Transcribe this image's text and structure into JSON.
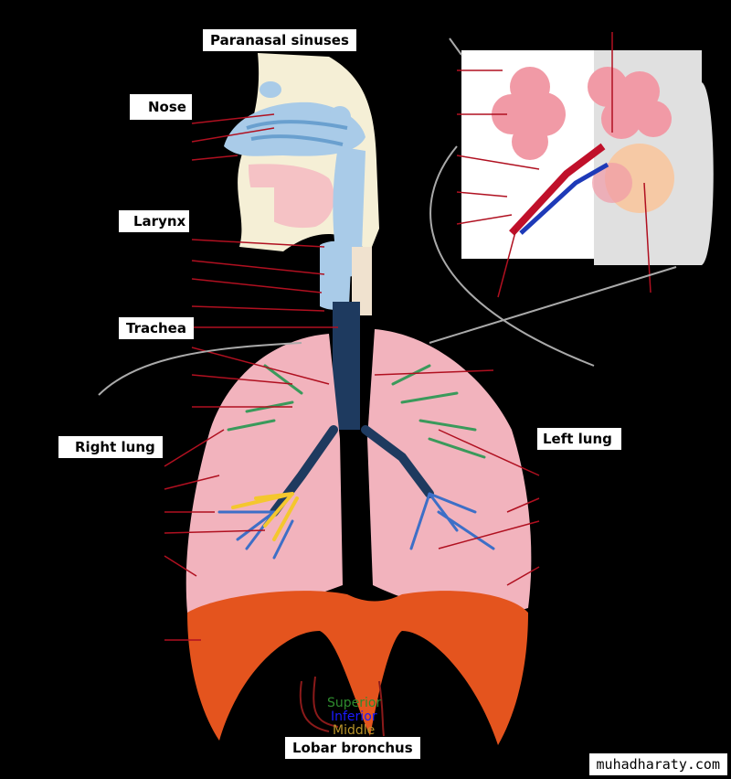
{
  "labels": {
    "paranasal_sinuses": "Paranasal sinuses",
    "nose": "Nose",
    "larynx": "Larynx",
    "trachea": "Trachea",
    "right_lung": "Right lung",
    "left_lung": "Left lung",
    "lobar_bronchus": "Lobar bronchus"
  },
  "lobes": {
    "superior": "Superior",
    "inferior": "Inferior",
    "middle": "Middle"
  },
  "watermark": "muhadharaty.com",
  "colors": {
    "background": "#000000",
    "airway": "#a9cbe8",
    "lung": "#f2b3bd",
    "diaphragm": "#e4541e",
    "bronchi_superior": "#3a9a5b",
    "bronchi_inferior": "#3d6fc7",
    "bronchi_middle": "#f4c72e",
    "label_superior": "#2e8b2e",
    "label_inferior": "#1a1aff",
    "label_middle": "#b8942a",
    "alveoli": "#f19aa6"
  }
}
